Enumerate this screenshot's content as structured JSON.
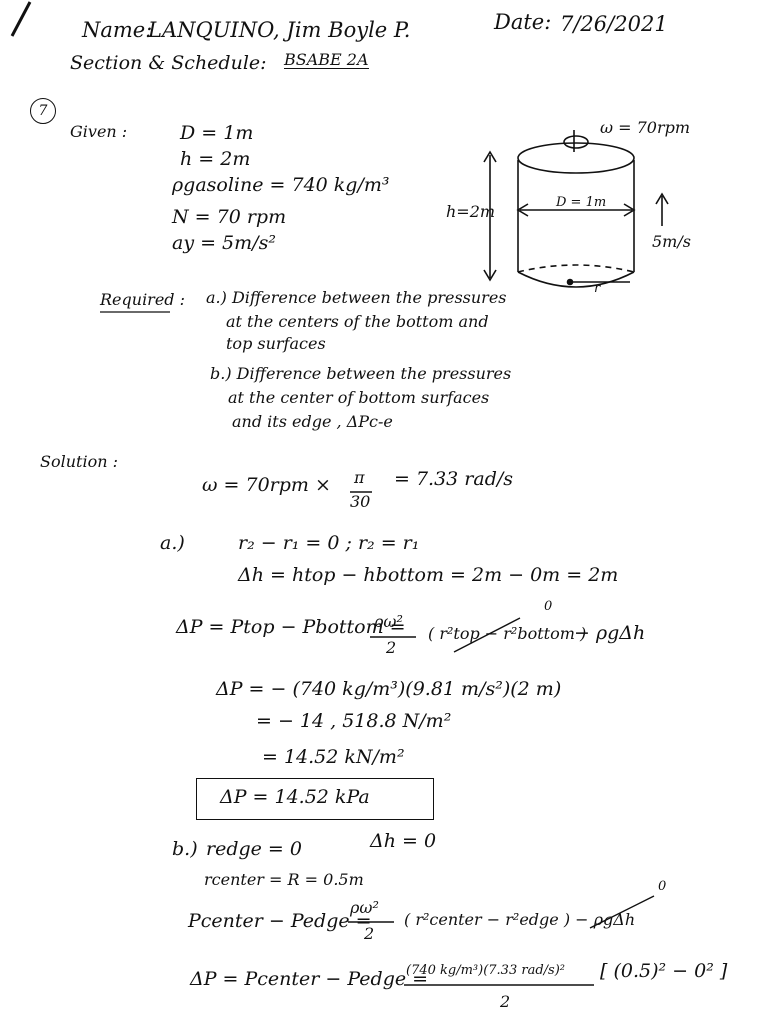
{
  "header": {
    "name_label": "Name:",
    "name_value": "LANQUINO, Jim Boyle P.",
    "date_label": "Date:",
    "date_value": "7/26/2021",
    "section_label": "Section & Schedule:",
    "section_value": "BSABE 2A"
  },
  "problem_number": "7",
  "given": {
    "label": "Given :",
    "items": [
      "D = 1m",
      "h = 2m",
      "ρgasoline = 740 kg/m³",
      "N = 70 rpm",
      "ay = 5m/s²"
    ]
  },
  "figure": {
    "omega_label": "ω = 70rpm",
    "h_label": "h=2m",
    "d_label": "D = 1m",
    "accel_label": "5m/s",
    "r_label": "r"
  },
  "required": {
    "label": "Required :",
    "a_lines": [
      "a.) Difference between the pressures",
      "at the centers of the bottom and",
      "top surfaces"
    ],
    "b_lines": [
      "b.) Difference between the pressures",
      "at the center of bottom surfaces",
      "and its edge , ΔPc-e"
    ]
  },
  "solution": {
    "label": "Solution :",
    "omega_eq_left": "ω = 70rpm ×",
    "omega_frac_num": "π",
    "omega_frac_den": "30",
    "omega_result": "= 7.33 rad/s",
    "a": {
      "label": "a.)",
      "line1": "r₂ − r₁ = 0   ;  r₂ = r₁",
      "line2": "Δh = htop − hbottom  =  2m − 0m  = 2m",
      "line3_left": "ΔP =  Ptop − Pbottom  =",
      "line3_frac_num": "ρω²",
      "line3_frac_den": "2",
      "line3_paren": "( r²top − r²bottom )",
      "line3_zero": "0",
      "line3_tail": "− ρgΔh",
      "line4": "ΔP =  − (740 kg/m³)(9.81 m/s²)(2 m)",
      "line5": "= − 14 , 518.8  N/m²",
      "line6": "= 14.52  kN/m²",
      "boxed": "ΔP =    14.52 kPa"
    },
    "b": {
      "label": "b.)",
      "line1_left": "redge = 0",
      "line1_right": "Δh = 0",
      "line2": "rcenter = R = 0.5m",
      "line3_left": "Pcenter − Pedge  =",
      "line3_frac_num": "ρω²",
      "line3_frac_den": "2",
      "line3_paren": "( r²center − r²edge ) −  ρgΔh",
      "line3_zero": "0",
      "line4_left": "ΔP =  Pcenter − Pedge  =",
      "line4_frac_num": "(740 kg/m³)(7.33 rad/s)²",
      "line4_frac_den": "2",
      "line4_tail": "[ (0.5)² − 0² ]"
    }
  }
}
